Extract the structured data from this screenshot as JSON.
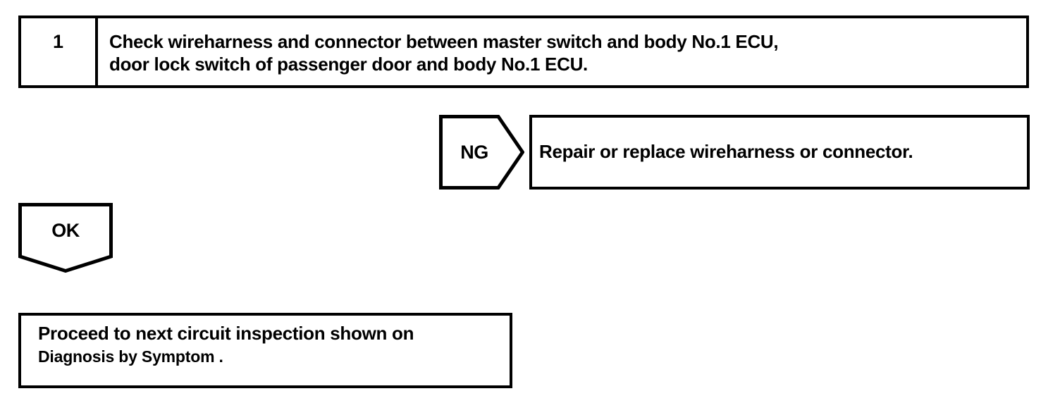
{
  "diagram": {
    "type": "troubleshooting-flowchart",
    "title": "Circuit inspection step flow",
    "line_color": "#000000",
    "background_color": "#ffffff",
    "text_color": "#000000"
  },
  "step": {
    "number": "1",
    "instruction": "Check wireharness and connector between master switch and body No.1 ECU,\ndoor lock switch of passenger door and body No.1 ECU.",
    "instruction_line1": "Check wireharness and connector between master switch and body No.1 ECU,",
    "instruction_line2": "door lock switch of passenger door and body No.1 ECU."
  },
  "branches": {
    "ng": {
      "label": "NG",
      "shape": "pentagon-right",
      "result_text": "Repair or replace wireharness or connector."
    },
    "ok": {
      "label": "OK",
      "shape": "pentagon-down"
    }
  },
  "outcome": {
    "line1": "Proceed to next circuit inspection shown on",
    "line2": "Diagnosis by Symptom ."
  }
}
